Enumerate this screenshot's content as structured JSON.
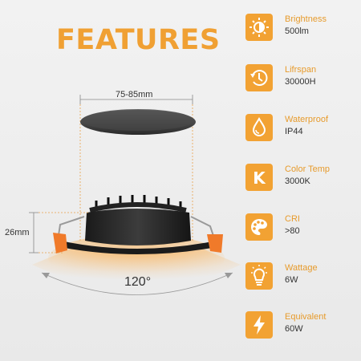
{
  "title": "FEATURES",
  "dimensions": {
    "diameter_value": "75-85",
    "diameter_unit": "mm",
    "height_value": "26",
    "height_unit": "mm",
    "beam_angle": "120°"
  },
  "colors": {
    "accent": "#F0A033",
    "text": "#333333"
  },
  "features": [
    {
      "label": "Brightness",
      "value": "500lm",
      "icon": "brightness-icon"
    },
    {
      "label": "Lifrspan",
      "value": "30000H",
      "icon": "clock-icon"
    },
    {
      "label": "Waterproof",
      "value": "IP44",
      "icon": "water-drop-icon"
    },
    {
      "label": "Color Temp",
      "value": "3000K",
      "icon": "kelvin-icon"
    },
    {
      "label": "CRI",
      "value": ">80",
      "icon": "palette-icon"
    },
    {
      "label": "Wattage",
      "value": "6W",
      "icon": "lightbulb-icon"
    },
    {
      "label": "Equivalent",
      "value": "60W",
      "icon": "lightning-icon"
    }
  ]
}
